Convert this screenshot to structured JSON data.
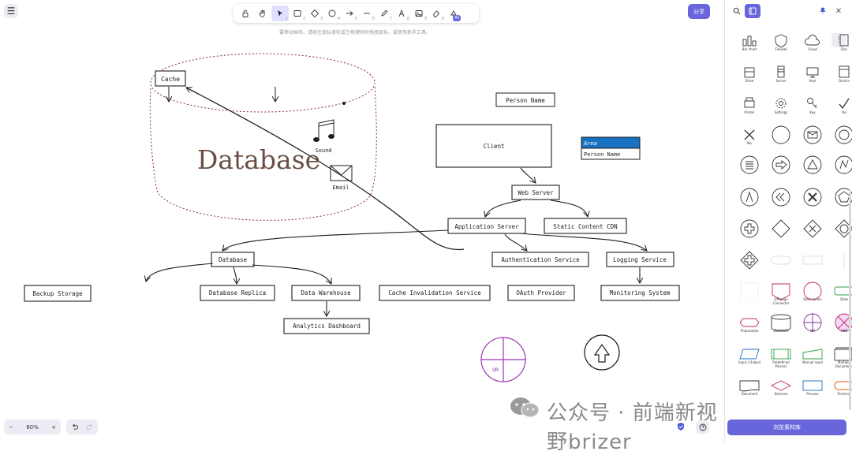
{
  "toolbar": {
    "hint": "要移动画布，请按住鼠标滚轮或空格键同时拖拽鼠标，或使用抓手工具。",
    "tools": [
      {
        "name": "lock",
        "num": ""
      },
      {
        "name": "hand",
        "num": ""
      },
      {
        "name": "selection",
        "num": "1"
      },
      {
        "name": "rectangle",
        "num": "2"
      },
      {
        "name": "diamond",
        "num": "3"
      },
      {
        "name": "ellipse",
        "num": "4"
      },
      {
        "name": "arrow",
        "num": "5"
      },
      {
        "name": "line",
        "num": "6"
      },
      {
        "name": "draw",
        "num": "7"
      },
      {
        "name": "text",
        "num": "8"
      },
      {
        "name": "image",
        "num": "9"
      },
      {
        "name": "eraser",
        "num": "0"
      },
      {
        "name": "more-tools",
        "num": ""
      }
    ],
    "ai_badge": "AI"
  },
  "share_label": "分享",
  "zoom": {
    "minus": "−",
    "value": "80%",
    "plus": "+"
  },
  "watermark": "公众号 · 前端新视野brizer",
  "diagram": {
    "big_label": "Database",
    "labels": {
      "cache": "Cache",
      "sound": "Sound",
      "email": "Email",
      "person_name": "Person Name",
      "client": "Client",
      "area": "Area",
      "person_name_2": "Person Name",
      "web_server": "Web Server",
      "app_server": "Application Server",
      "cdn": "Static Content CDN",
      "database": "Database",
      "auth": "Authentication Service",
      "logging": "Logging Service",
      "backup": "Backup Storage",
      "replica": "Database Replica",
      "warehouse": "Data Warehouse",
      "cache_inv": "Cache Invalidation Service",
      "oauth": "OAuth Provider",
      "monitoring": "Monitoring System",
      "analytics": "Analytics Dashboard",
      "or": "OR"
    }
  },
  "sidebar": {
    "browse_label": "浏览素材库",
    "library": [
      {
        "caption": "Bar chart"
      },
      {
        "caption": "Firewall"
      },
      {
        "caption": "Cloud"
      },
      {
        "caption": "Doc"
      },
      {
        "caption": "Drive"
      },
      {
        "caption": "Server"
      },
      {
        "caption": "Host"
      },
      {
        "caption": "Device"
      },
      {
        "caption": "Printer"
      },
      {
        "caption": "Settings"
      },
      {
        "caption": "Key"
      },
      {
        "caption": "Yes"
      },
      {
        "caption": "No"
      },
      {
        "caption": ""
      },
      {
        "caption": ""
      },
      {
        "caption": ""
      },
      {
        "caption": ""
      },
      {
        "caption": ""
      },
      {
        "caption": ""
      },
      {
        "caption": ""
      },
      {
        "caption": ""
      },
      {
        "caption": ""
      },
      {
        "caption": ""
      },
      {
        "caption": ""
      },
      {
        "caption": ""
      },
      {
        "caption": ""
      },
      {
        "caption": ""
      },
      {
        "caption": ""
      },
      {
        "caption": ""
      },
      {
        "caption": ""
      },
      {
        "caption": ""
      },
      {
        "caption": ""
      },
      {
        "caption": ""
      },
      {
        "caption": "Off-page Connector"
      },
      {
        "caption": "Start Action"
      },
      {
        "caption": "Data"
      },
      {
        "caption": "Preparation"
      },
      {
        "caption": "Database"
      },
      {
        "caption": "OR"
      },
      {
        "caption": "AND"
      },
      {
        "caption": "Input / Output"
      },
      {
        "caption": "Predefined Process"
      },
      {
        "caption": "Manual input"
      },
      {
        "caption": "Multiple Documents"
      },
      {
        "caption": "Document"
      },
      {
        "caption": "Decision"
      },
      {
        "caption": "Process"
      },
      {
        "caption": "Terminal"
      }
    ]
  }
}
